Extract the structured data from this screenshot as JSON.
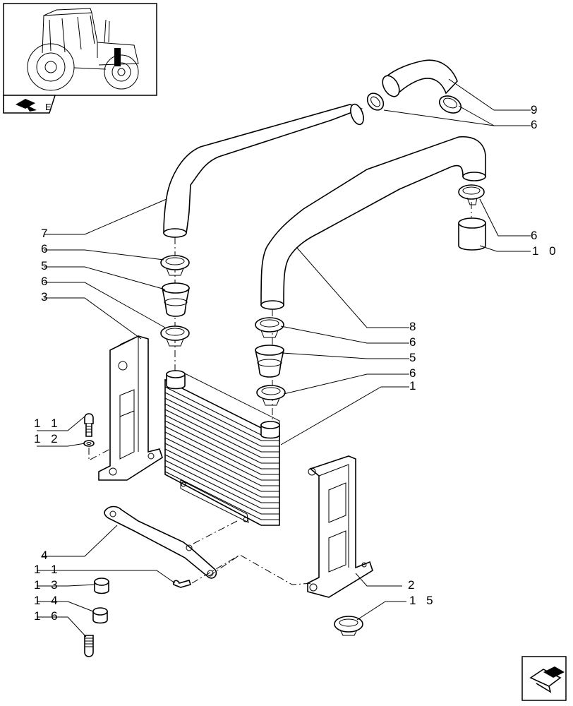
{
  "thumbnail": {
    "label": "E"
  },
  "callouts": {
    "c9": "9",
    "c6a": "6",
    "c6b": "6",
    "c10": "1 0",
    "c7": "7",
    "c6c": "6",
    "c5a": "5",
    "c6d": "6",
    "c3": "3",
    "c8": "8",
    "c6e": "6",
    "c5b": "5",
    "c6f": "6",
    "c1": "1",
    "c11a": "1 1",
    "c12": "1 2",
    "c4": "4",
    "c11b": "1 1",
    "c13": "1 3",
    "c14": "1 4",
    "c16": "1 6",
    "c2": "2",
    "c15": "1 5"
  }
}
